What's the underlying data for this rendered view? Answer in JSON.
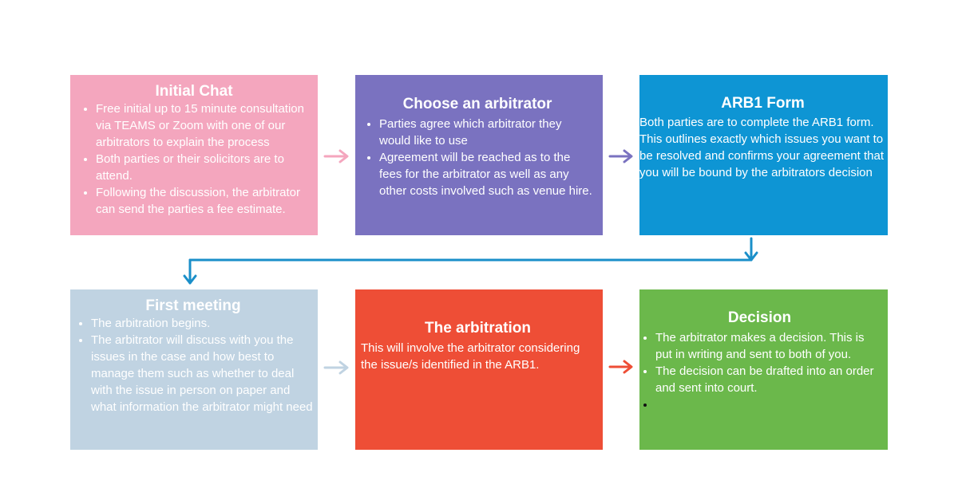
{
  "colors": {
    "initial": "#f4a6be",
    "choose": "#7a72c0",
    "arb1": "#0e95d4",
    "first": "#c0d3e2",
    "arbitration": "#ee4e36",
    "decision": "#6bb84b",
    "connector": "#1a8fc9"
  },
  "steps": {
    "initial": {
      "title": "Initial Chat",
      "bullets": [
        "Free initial up to 15 minute consultation via TEAMS or Zoom with one of our arbitrators to explain the process",
        "Both parties or their solicitors are to attend.",
        "Following the discussion, the arbitrator can send the parties a fee estimate."
      ]
    },
    "choose": {
      "title": "Choose an arbitrator",
      "bullets": [
        "Parties agree which arbitrator they would like to use",
        "Agreement will be reached as to the fees for the arbitrator as well as any other costs involved such as venue hire."
      ]
    },
    "arb1": {
      "title": "ARB1 Form",
      "text": "Both parties are to complete the ARB1 form. This outlines exactly which issues you want to be resolved and confirms your agreement that you will be bound by the arbitrators decision"
    },
    "first": {
      "title": "First meeting",
      "bullets": [
        "The arbitration begins.",
        "The arbitrator will discuss with you the issues in the case and how best to manage them such as whether to deal with the issue in person on paper and what information the arbitrator might need"
      ]
    },
    "arbitration": {
      "title": "The arbitration",
      "text": "This will involve the arbitrator considering the issue/s identified in the ARB1."
    },
    "decision": {
      "title": "Decision",
      "bullets": [
        "The arbitrator makes a decision. This is put in writing and sent to both of you.",
        "The decision can be drafted into an order and sent into court.",
        ""
      ]
    }
  }
}
